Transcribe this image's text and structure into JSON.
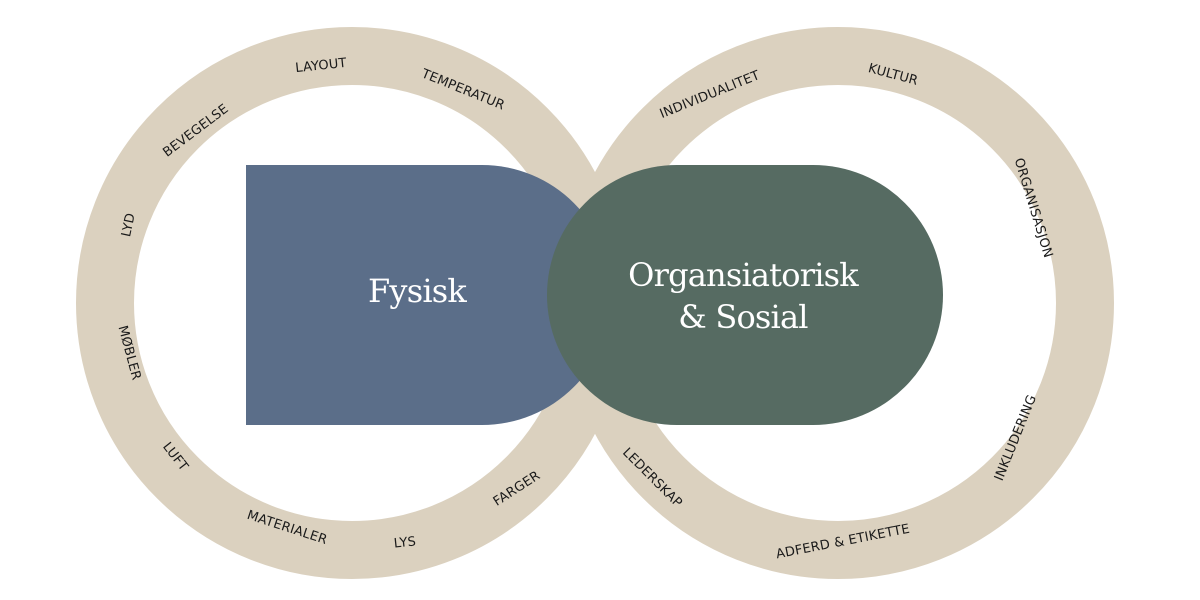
{
  "colors": {
    "ring": "#dbd1bf",
    "fysisk_shape": "#5b6e89",
    "sosial_shape": "#566b62",
    "label_text": "#1a1a1a",
    "center_text": "#ffffff"
  },
  "left_block": {
    "title": "Fysisk"
  },
  "right_block": {
    "title_line1": "Organsiatorisk",
    "title_line2": "& Sosial"
  },
  "left_ring_labels": [
    "LAYOUT",
    "TEMPERATUR",
    "BEVEGELSE",
    "LYD",
    "MØBLER",
    "LUFT",
    "MATERIALER",
    "LYS",
    "FARGER"
  ],
  "right_ring_labels": [
    "INDIVIDUALITET",
    "KULTUR",
    "ORGANISASJON",
    "INKLUDERING",
    "ADFERD & ETIKETTE",
    "LEDERSKAP"
  ]
}
